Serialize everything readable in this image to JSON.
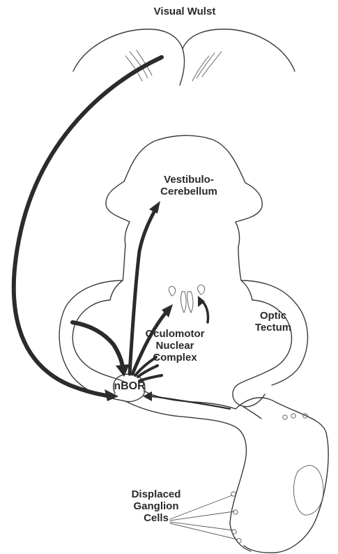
{
  "labels": {
    "visual_wulst": "Visual Wulst",
    "vestibulo_line1": "Vestibulo-",
    "vestibulo_line2": "Cerebellum",
    "optic_line1": "Optic",
    "optic_line2": "Tectum",
    "oculomotor_line1": "Oculomotor",
    "oculomotor_line2": "Nuclear",
    "oculomotor_line3": "Complex",
    "nbor": "nBOR",
    "displaced_line1": "Displaced",
    "displaced_line2": "Ganglion",
    "displaced_line3": "Cells"
  },
  "colors": {
    "ink": "#2b2b2b",
    "background": "#ffffff"
  }
}
